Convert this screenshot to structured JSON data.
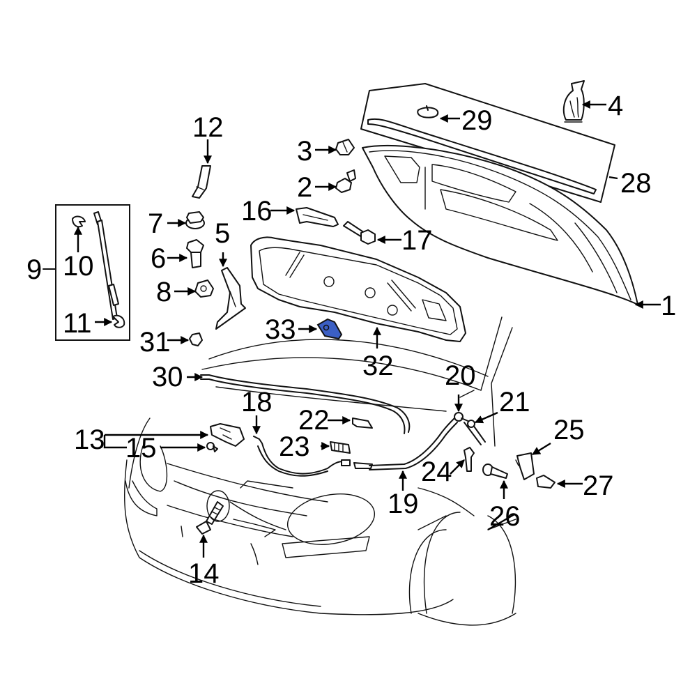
{
  "diagram": {
    "title": "Hood and components exploded parts diagram",
    "highlight_color": "#3b5fc4",
    "highlighted_part": "33",
    "callouts": [
      {
        "id": "1",
        "label": "1",
        "part": "hood-panel"
      },
      {
        "id": "2",
        "label": "2",
        "part": "bolt"
      },
      {
        "id": "3",
        "label": "3",
        "part": "nut-cap"
      },
      {
        "id": "4",
        "label": "4",
        "part": "insulation-clip-bag"
      },
      {
        "id": "5",
        "label": "5",
        "part": "hinge"
      },
      {
        "id": "6",
        "label": "6",
        "part": "hinge-bolt"
      },
      {
        "id": "7",
        "label": "7",
        "part": "flange-nut"
      },
      {
        "id": "8",
        "label": "8",
        "part": "nut"
      },
      {
        "id": "9",
        "label": "9",
        "part": "lift-support-assembly"
      },
      {
        "id": "10",
        "label": "10",
        "part": "retainer-clip"
      },
      {
        "id": "11",
        "label": "11",
        "part": "retainer-clip"
      },
      {
        "id": "12",
        "label": "12",
        "part": "stud"
      },
      {
        "id": "13",
        "label": "13",
        "part": "latch-assembly"
      },
      {
        "id": "14",
        "label": "14",
        "part": "latch-bolt"
      },
      {
        "id": "15",
        "label": "15",
        "part": "latch-fastener"
      },
      {
        "id": "16",
        "label": "16",
        "part": "bracket"
      },
      {
        "id": "17",
        "label": "17",
        "part": "bolt"
      },
      {
        "id": "18",
        "label": "18",
        "part": "release-cable"
      },
      {
        "id": "19",
        "label": "19",
        "part": "release-cable"
      },
      {
        "id": "20",
        "label": "20",
        "part": "grommet"
      },
      {
        "id": "21",
        "label": "21",
        "part": "grommet"
      },
      {
        "id": "22",
        "label": "22",
        "part": "bracket"
      },
      {
        "id": "23",
        "label": "23",
        "part": "connector"
      },
      {
        "id": "24",
        "label": "24",
        "part": "clip"
      },
      {
        "id": "25",
        "label": "25",
        "part": "release-handle"
      },
      {
        "id": "26",
        "label": "26",
        "part": "screw"
      },
      {
        "id": "27",
        "label": "27",
        "part": "clip"
      },
      {
        "id": "28",
        "label": "28",
        "part": "seal-assembly"
      },
      {
        "id": "29",
        "label": "29",
        "part": "clip"
      },
      {
        "id": "30",
        "label": "30",
        "part": "prop-rod"
      },
      {
        "id": "31",
        "label": "31",
        "part": "bumper"
      },
      {
        "id": "32",
        "label": "32",
        "part": "insulator"
      },
      {
        "id": "33",
        "label": "33",
        "part": "insulator-clip"
      }
    ]
  }
}
